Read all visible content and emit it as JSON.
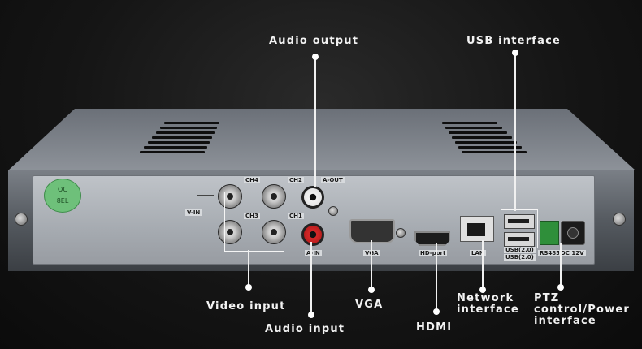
{
  "callouts": {
    "audio_output": "Audio output",
    "usb_interface": "USB interface",
    "video_input": "Video input",
    "audio_input": "Audio input",
    "vga": "VGA",
    "hdmi": "HDMI",
    "network_interface": "Network interface",
    "ptz_power": "PTZ control/Power interface"
  },
  "panel_labels": {
    "qc_top": "QC",
    "qc_bottom": "8EL",
    "vin": "V-IN",
    "ch1": "CH1",
    "ch2": "CH2",
    "ch3": "CH3",
    "ch4": "CH4",
    "a_out": "A-OUT",
    "a_in": "A-IN",
    "vga": "VGA",
    "hd_port": "HD-port",
    "lan": "LAN",
    "usb_top": "USB(2.0)",
    "usb_bottom": "USB(2.0)",
    "rs485": "RS485",
    "dc12v": "DC 12V"
  },
  "colors": {
    "background": "#151515",
    "panel": "#a6abb1",
    "qc_sticker": "#6ec07a",
    "audio_in": "#d62828",
    "ptz_terminal": "#2f8f3a"
  }
}
